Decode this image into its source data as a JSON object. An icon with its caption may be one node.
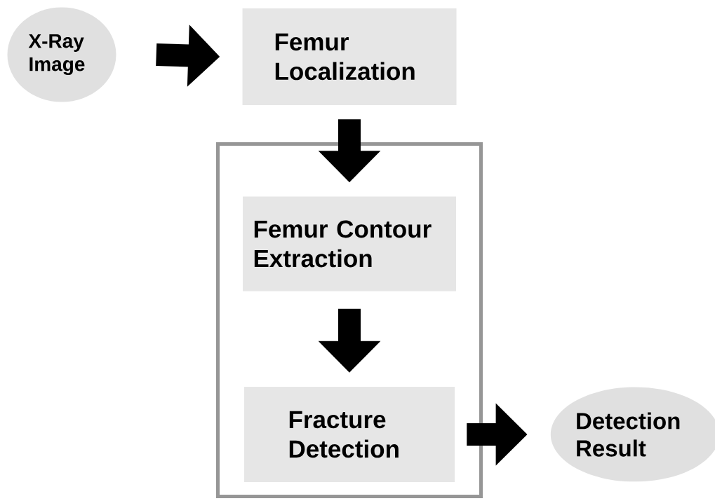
{
  "diagram": {
    "nodes": [
      {
        "text": [
          "X-Ray Image"
        ]
      },
      {
        "text": [
          "Femur Localization"
        ]
      },
      {
        "text": [],
        "shape": "box"
      },
      {
        "text": [
          "Femur Contour Extraction"
        ],
        "in": 2
      },
      {
        "text": [
          "Fracture Detection"
        ],
        "in": 2
      },
      {
        "text": [
          "Detection Result"
        ]
      }
    ],
    "edges": [
      {
        "from": 0,
        "to": 1,
        "arrow": "to"
      },
      {
        "from": 1,
        "to": 3,
        "arrow": "to"
      },
      {
        "from": 3,
        "to": 4,
        "arrow": "to"
      },
      {
        "from": 4,
        "to": 5,
        "arrow": "to"
      }
    ]
  }
}
